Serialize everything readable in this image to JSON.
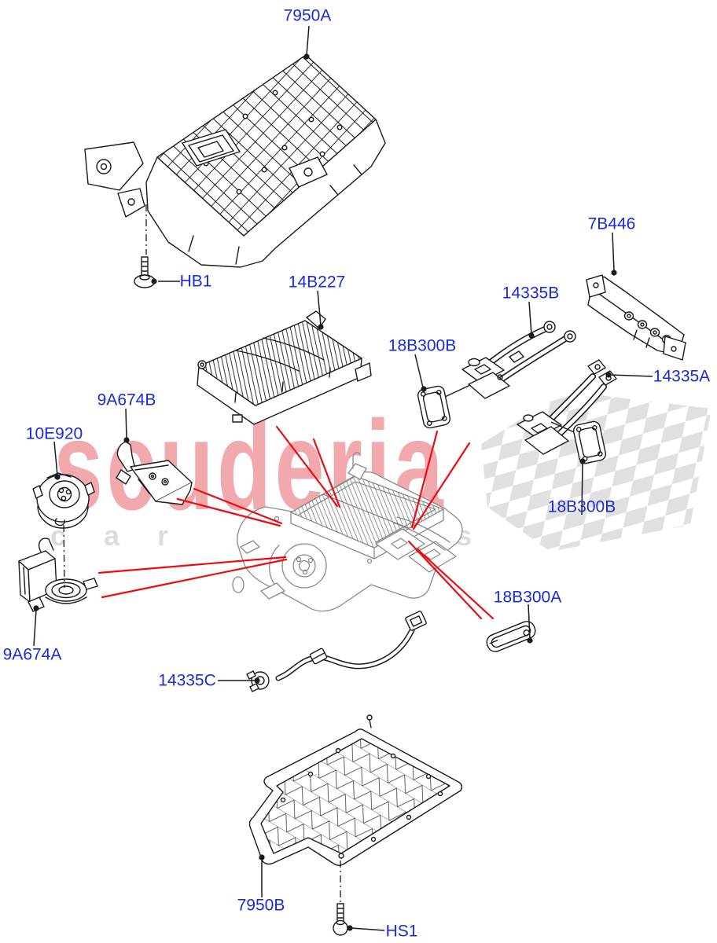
{
  "labels": [
    {
      "id": "7950A-top-cover",
      "text": "7950A"
    },
    {
      "id": "HB1-bolt",
      "text": "HB1"
    },
    {
      "id": "14B227-battery-module",
      "text": "14B227"
    },
    {
      "id": "7B446-bracket",
      "text": "7B446"
    },
    {
      "id": "14335B-cable",
      "text": "14335B"
    },
    {
      "id": "18B300B-gasket-left",
      "text": "18B300B"
    },
    {
      "id": "14335A-cable",
      "text": "14335A"
    },
    {
      "id": "9A674B-bracket",
      "text": "9A674B"
    },
    {
      "id": "10E920-fan",
      "text": "10E920"
    },
    {
      "id": "18B300B-gasket-right",
      "text": "18B300B"
    },
    {
      "id": "18B300A-seal",
      "text": "18B300A"
    },
    {
      "id": "9A674A-fan-housing",
      "text": "9A674A"
    },
    {
      "id": "14335C-cable",
      "text": "14335C"
    },
    {
      "id": "7950B-lower-tray",
      "text": "7950B"
    },
    {
      "id": "HS1-screw",
      "text": "HS1"
    }
  ],
  "watermark": {
    "brand": "scuderia",
    "tagline": "car parts"
  },
  "colors": {
    "label_blue": "#1b29dd",
    "callout_red": "#ee0b10",
    "line_black": "#1a1a1a",
    "assembly_gray": "#8a8a8a",
    "brand_pink": "#f2a9ae",
    "letters_gray": "#dcdcdc",
    "flag_gray": "#d6d6d6"
  }
}
